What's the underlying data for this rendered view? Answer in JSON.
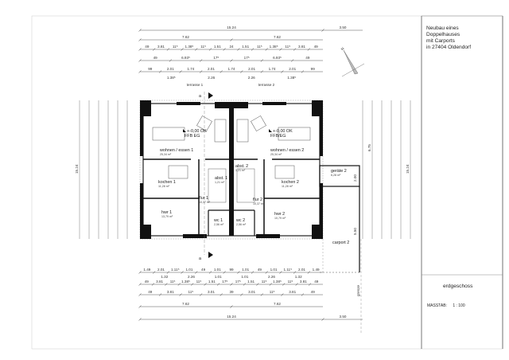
{
  "title_block": {
    "project_lines": [
      "Neubau eines",
      "Doppelhauses",
      "mit Carports",
      "in 27404 Oldendorf"
    ],
    "floor": "erdgeschoss",
    "scale_label": "MASSTAB:",
    "scale_value": "1 : 100"
  },
  "top_dims": {
    "row1": [
      "15.24",
      "3.50"
    ],
    "row2": [
      "7.62",
      "7.62"
    ],
    "row3": [
      "49",
      "3.81",
      "11⁵",
      "1.38⁵",
      "11⁵",
      "1.51",
      "24",
      "1.51",
      "11⁵",
      "1.38⁵",
      "11⁵",
      "3.81",
      "49"
    ],
    "row4": [
      "49",
      "6.93⁵",
      "17⁵",
      "17⁵",
      "6.93⁵",
      "49"
    ],
    "row5": [
      "99",
      "2.01",
      "1.74",
      "2.01",
      "1.74",
      "2.01",
      "1.74",
      "2.01",
      "99"
    ],
    "row5_sub": [
      "1.38⁵",
      "2.26",
      "2.26",
      "1.38⁵"
    ],
    "terraces": [
      "terrasse 1",
      "terrasse 2"
    ]
  },
  "bottom_dims": {
    "row1": [
      "1.49",
      "2.01",
      "1.11⁵",
      "1.01",
      "49",
      "1.01",
      "99",
      "1.01",
      "49",
      "1.01",
      "1.11⁵",
      "2.01",
      "1.49"
    ],
    "row1_sub": [
      "1.32",
      "2.26",
      "1.01",
      "1.01",
      "2.26",
      "1.32"
    ],
    "row2": [
      "49",
      "3.81",
      "11⁵",
      "1.38⁵",
      "11⁵",
      "1.51",
      "17⁵",
      "17⁵",
      "1.51",
      "11⁵",
      "1.38⁵",
      "11⁵",
      "3.81",
      "49"
    ],
    "row3": [
      "49",
      "3.81",
      "11⁵",
      "3.01",
      "39",
      "3.01",
      "11⁵",
      "3.81",
      "49"
    ],
    "row4": [
      "7.62",
      "7.62"
    ],
    "row5": [
      "15.24",
      "3.50"
    ]
  },
  "side_dims": {
    "left_total": "15.24",
    "right_total": "15.24",
    "right_house": "6.75",
    "carport_len": "5.50",
    "garage_w": "2.00",
    "grenze": "grenze"
  },
  "rooms": [
    {
      "name": "wohnen / essen 1",
      "area": "25,34 m²"
    },
    {
      "name": "wohnen / essen 2",
      "area": "25,34 m²"
    },
    {
      "name": "kochen 1",
      "area": "11,28 m²"
    },
    {
      "name": "kochen 2",
      "area": "11,28 m²"
    },
    {
      "name": "flur 1",
      "area": "10,37 m²"
    },
    {
      "name": "flur 2",
      "area": "10,37 m²"
    },
    {
      "name": "abst. 1",
      "area": "1,21 m²"
    },
    {
      "name": "abst. 2",
      "area": "1,21 m²"
    },
    {
      "name": "hwr 1",
      "area": "13,79 m²"
    },
    {
      "name": "hwr 2",
      "area": "10,79 m²"
    },
    {
      "name": "wc 1",
      "area": "2,56 m²"
    },
    {
      "name": "wc 2",
      "area": "2,56 m²"
    },
    {
      "name": "geräte 2",
      "area": "6,28 m²"
    },
    {
      "name": "carport 2",
      "area": ""
    }
  ],
  "levels": [
    {
      "line1": "+-0,00 OK",
      "line2": "FFB EG"
    },
    {
      "line1": "+-0,00 OK",
      "line2": "FFB/EG"
    }
  ],
  "section_marks": [
    "a",
    "a"
  ],
  "north_label": "N"
}
